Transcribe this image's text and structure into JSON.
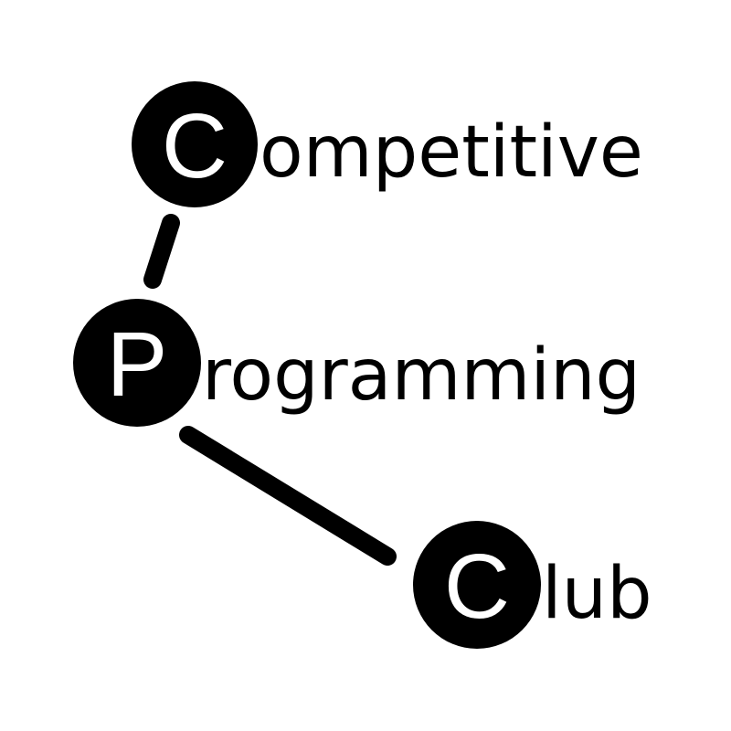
{
  "logo": {
    "rows": [
      {
        "initial": "C",
        "rest": "ompetitive"
      },
      {
        "initial": "P",
        "rest": "rogramming"
      },
      {
        "initial": "C",
        "rest": "lub"
      }
    ]
  },
  "colors": {
    "ink": "#000000",
    "background": "#ffffff",
    "initial_text": "#ffffff"
  }
}
